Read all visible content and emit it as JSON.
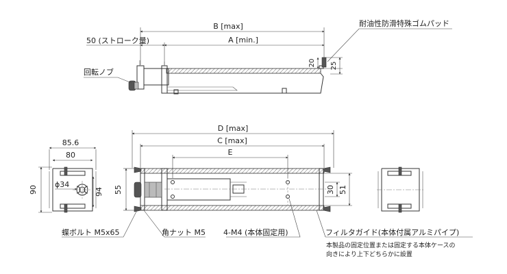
{
  "labels": {
    "b_max": "B [max]",
    "a_min": "A [min.]",
    "stroke": "50 (ストローク量)",
    "rubber_pad": "耐油性防滑特殊ゴムパッド",
    "dim_20": "20",
    "dim_25": "25",
    "knob": "回転ノブ",
    "d_max": "D [max]",
    "c_max": "C [max]",
    "e": "E",
    "w_85_6": "85.6",
    "w_80": "80",
    "h_90": "90",
    "h_94": "94",
    "phi_34": "ϕ34",
    "h_55": "55",
    "h_30": "30",
    "h_51": "51",
    "wing_bolt": "蝶ボルト M5x65",
    "square_nut": "角ナット M5",
    "tap_holes": "4-M4 (本体固定用)",
    "filter_guide": "フィルタガイド(本体付属アルミパイプ)",
    "note_line1": "本製品の固定位置または固定する本体ケースの",
    "note_line2": "向きにより上下どちらかに設置"
  }
}
